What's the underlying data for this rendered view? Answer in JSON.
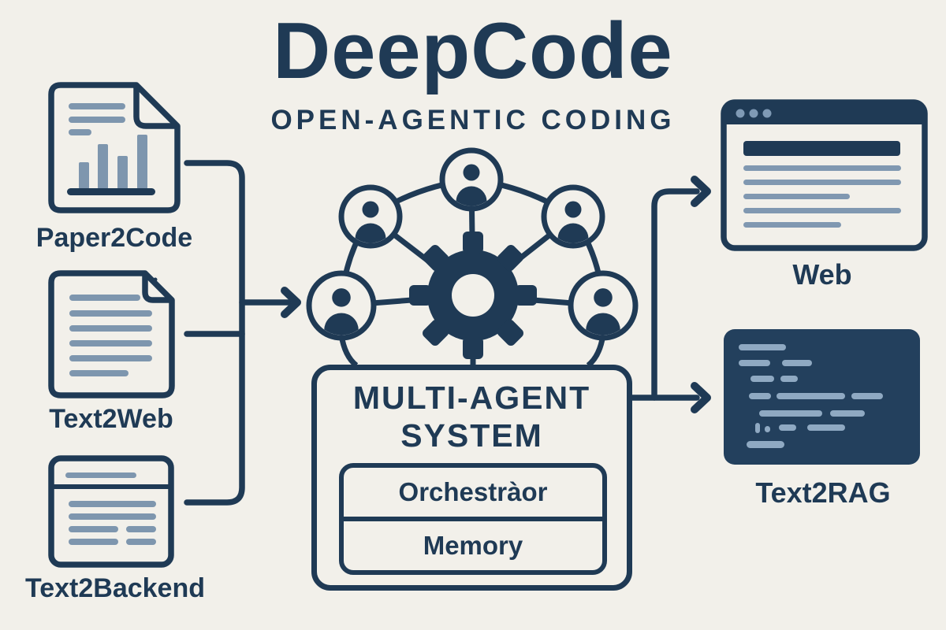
{
  "header": {
    "title": "DeepCode",
    "subtitle": "OPEN-AGENTIC CODING"
  },
  "inputs": [
    {
      "id": "paper2code",
      "label": "Paper2Code",
      "icon": "document-chart-icon"
    },
    {
      "id": "text2web",
      "label": "Text2Web",
      "icon": "document-text-icon"
    },
    {
      "id": "text2backend",
      "label": "Text2Backend",
      "icon": "table-window-icon"
    }
  ],
  "core": {
    "title_line1": "MULTI-AGENT",
    "title_line2": "SYSTEM",
    "agent_count": 5,
    "components": [
      {
        "label": "Orchestràor"
      },
      {
        "label": "Memory"
      }
    ]
  },
  "outputs": [
    {
      "id": "web",
      "label": "Web",
      "icon": "browser-window-icon"
    },
    {
      "id": "text2rag",
      "label": "Text2RAG",
      "icon": "code-editor-icon"
    }
  ],
  "colors": {
    "navy": "#1f3a55",
    "slate": "#7e96ae",
    "background": "#f2f0ea",
    "editor_background": "#23405d",
    "editor_code_line": "#8fa9c2"
  }
}
